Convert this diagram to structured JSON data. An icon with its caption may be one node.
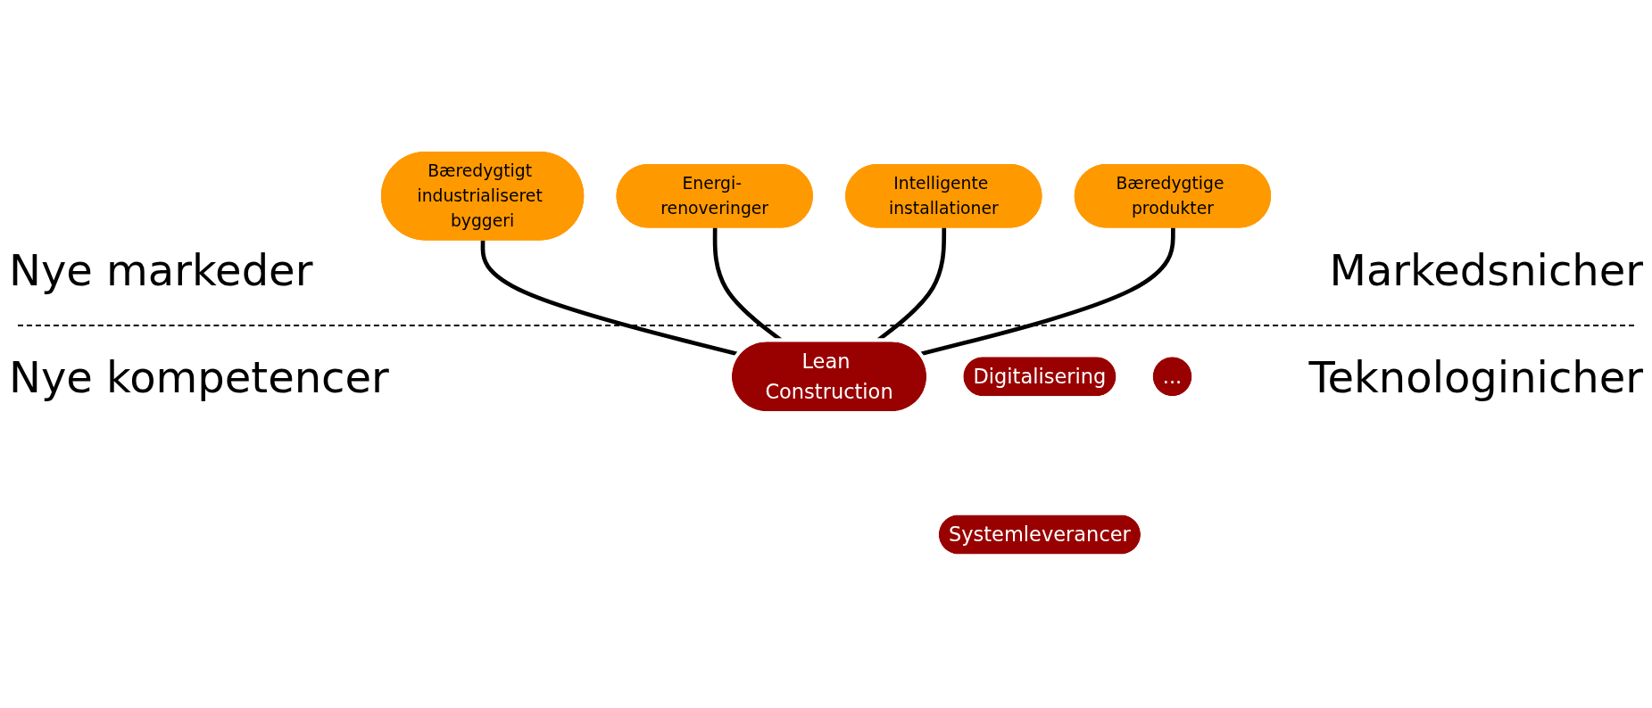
{
  "diagram": {
    "nodes": [
      {
        "text": [
          "Bæredygtigt industrialiseret byggeri"
        ]
      },
      {
        "text": [
          "Energi- renoveringer"
        ]
      },
      {
        "text": [
          "Intelligente installationer"
        ]
      },
      {
        "text": [
          "Bæredygtige produkter"
        ]
      },
      {
        "text": [
          "Lean Construction"
        ]
      },
      {
        "text": [
          "Digitalisering"
        ]
      },
      {
        "text": [
          "Systemleverancer"
        ]
      },
      {
        "text": [
          "..."
        ]
      }
    ],
    "edges": [
      {
        "from": 0,
        "to": 4,
        "arrow": "none"
      },
      {
        "from": 1,
        "to": 4,
        "arrow": "none"
      },
      {
        "from": 2,
        "to": 4,
        "arrow": "none"
      },
      {
        "from": 3,
        "to": 4,
        "arrow": "none"
      }
    ],
    "labels": [
      "Nye markeder",
      "Markedsnicher",
      "Nye kompetencer",
      "Teknologinicher"
    ]
  }
}
